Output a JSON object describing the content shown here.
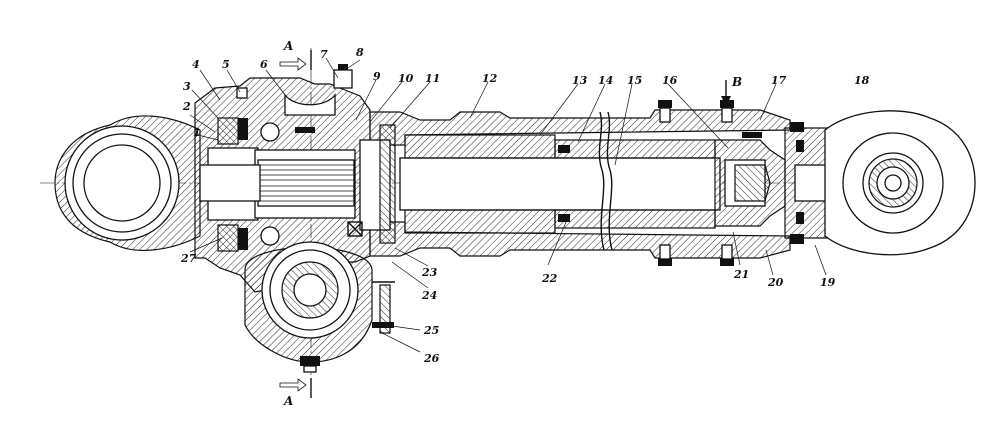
{
  "section_marks": {
    "top": "A",
    "bottom": "A",
    "view": "B"
  },
  "callouts": [
    {
      "id": "c1",
      "text": "1"
    },
    {
      "id": "c2",
      "text": "2"
    },
    {
      "id": "c3",
      "text": "3"
    },
    {
      "id": "c4",
      "text": "4"
    },
    {
      "id": "c5",
      "text": "5"
    },
    {
      "id": "c6",
      "text": "6"
    },
    {
      "id": "c7",
      "text": "7"
    },
    {
      "id": "c8",
      "text": "8"
    },
    {
      "id": "c9",
      "text": "9"
    },
    {
      "id": "c10",
      "text": "10"
    },
    {
      "id": "c11",
      "text": "11"
    },
    {
      "id": "c12",
      "text": "12"
    },
    {
      "id": "c13",
      "text": "13"
    },
    {
      "id": "c14",
      "text": "14"
    },
    {
      "id": "c15",
      "text": "15"
    },
    {
      "id": "c16",
      "text": "16"
    },
    {
      "id": "c17",
      "text": "17"
    },
    {
      "id": "c18",
      "text": "18"
    },
    {
      "id": "c19",
      "text": "19"
    },
    {
      "id": "c20",
      "text": "20"
    },
    {
      "id": "c21",
      "text": "21"
    },
    {
      "id": "c22",
      "text": "22"
    },
    {
      "id": "c23",
      "text": "23"
    },
    {
      "id": "c24",
      "text": "24"
    },
    {
      "id": "c25",
      "text": "25"
    },
    {
      "id": "c26",
      "text": "26"
    },
    {
      "id": "c27",
      "text": "27"
    }
  ]
}
